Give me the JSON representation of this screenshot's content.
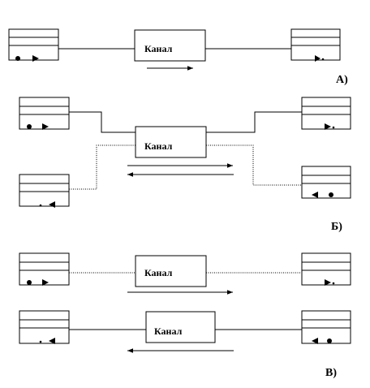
{
  "channel_label": "Канал",
  "sections": [
    {
      "id": "A",
      "label": "А)"
    },
    {
      "id": "B",
      "label": "Б)"
    },
    {
      "id": "V",
      "label": "В)"
    }
  ],
  "colors": {
    "stroke": "#000000",
    "background": "#ffffff"
  }
}
